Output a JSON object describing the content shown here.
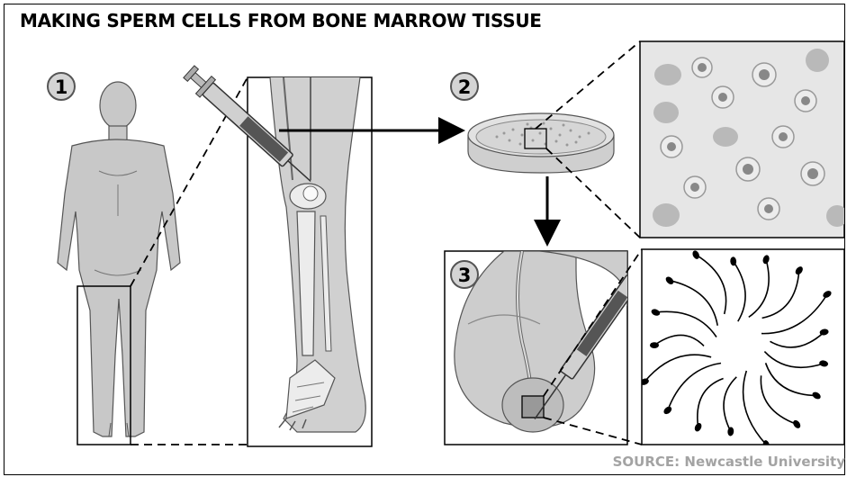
{
  "title": "MAKING SPERM CELLS FROM BONE MARROW TISSUE",
  "steps": [
    "1",
    "2",
    "3"
  ],
  "source": "SOURCE: Newcastle University",
  "colors": {
    "body_fill": "#c8c8c8",
    "body_stroke": "#555555",
    "panel_bg": "#e6e6e6",
    "cell_fill": "#b9b9b9",
    "badge_fill": "#d4d4d4",
    "source_text": "#a3a3a3"
  },
  "icons": [
    "syringe-icon",
    "petri-dish-icon",
    "arrow-icon",
    "sperm-cell-icon"
  ]
}
